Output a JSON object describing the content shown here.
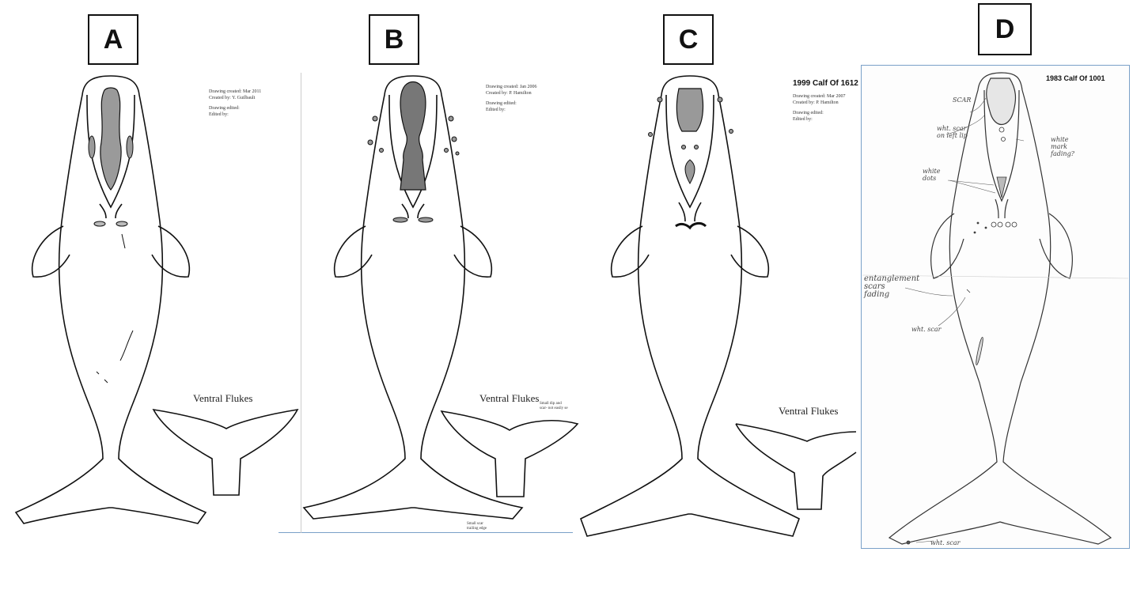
{
  "panels": {
    "a": {
      "label": "A",
      "meta": [
        "Drawing created: Mar 2011",
        "Created by: Y. Guilbault",
        "Drawing edited:",
        "Edited by:"
      ],
      "flukes_label": "Ventral Flukes"
    },
    "b": {
      "label": "B",
      "meta": [
        "Drawing created: Jan 2006",
        "Created by: P. Hamilton",
        "Drawing edited:",
        "Edited by:"
      ],
      "flukes_label": "Ventral Flukes",
      "fluke_note": [
        "Small dip and",
        "scar- not easily se"
      ],
      "bottom_note": [
        "Small scar",
        "trailing edge"
      ]
    },
    "c": {
      "label": "C",
      "title": "1999 Calf Of 1612",
      "meta": [
        "Drawing created: Mar 2007",
        "Created by: P. Hamilton",
        "Drawing edited:",
        "Edited by:"
      ],
      "flukes_label": "Ventral Flukes"
    },
    "d": {
      "label": "D",
      "title": "1983 Calf Of 1001",
      "annotations": {
        "scar": "SCAR",
        "wht_scar_left_lip": [
          "wht. scar",
          "on left lip"
        ],
        "white_mark_fading": [
          "white",
          "mark",
          "fading?"
        ],
        "white_dots": [
          "white",
          "dots"
        ],
        "entanglement": [
          "entanglement",
          "scars",
          "fading"
        ],
        "wht_scar_body": "wht. scar",
        "wht_scar_fluke": "wht. scar"
      }
    }
  },
  "colors": {
    "line": "#111111",
    "callosity_fill": "#9a9a9a",
    "frame": "#7aa0c8"
  }
}
